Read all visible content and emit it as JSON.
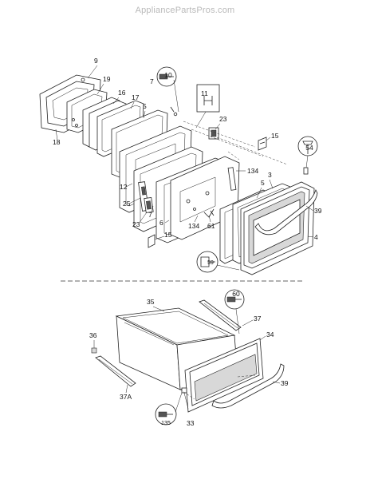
{
  "watermark": "AppliancePartsPros.com",
  "parts": {
    "p9": "9",
    "p19": "19",
    "p16": "16",
    "p17": "17",
    "p18": "18",
    "p5_top": "5",
    "p10": "10",
    "p11": "11",
    "p23_top": "23",
    "p15_top": "15",
    "p54": "54",
    "p7_a": "7",
    "p12": "12",
    "p134_a": "134",
    "p3": "3",
    "p5_mid": "5",
    "p25": "25",
    "p23_low": "23",
    "p7_b": "7",
    "p6": "6",
    "p134_b": "134",
    "p61": "61",
    "p39_top": "39",
    "p4": "4",
    "p15_low": "15",
    "p59": "59",
    "p35": "35",
    "p60": "60",
    "p37": "37",
    "p34": "34",
    "p36": "36",
    "p39_low": "39",
    "p37a": "37A",
    "p33": "33",
    "p135": "135"
  }
}
